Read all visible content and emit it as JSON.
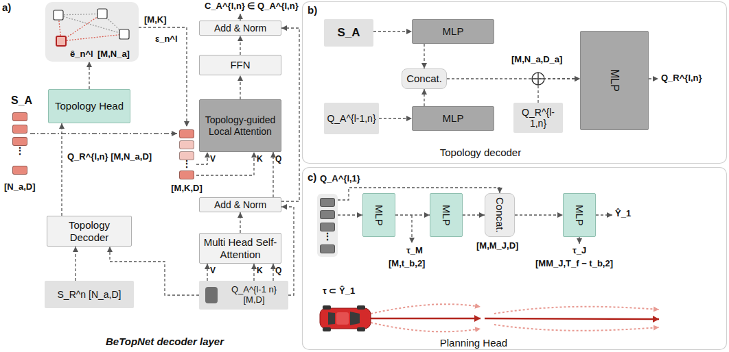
{
  "diagram": {
    "nodes": [
      {
        "text": [
          "ê_n^l",
          "[M,N_a]"
        ]
      },
      {
        "text": [
          "Topology Head"
        ]
      },
      {
        "text": [
          "⋮"
        ]
      },
      {
        "text": [
          "⋮"
        ]
      },
      {
        "text": [
          "Topology Decoder"
        ]
      },
      {
        "text": [
          "S_R^n [N_a,D]"
        ]
      },
      {
        "text": [
          "Add & Norm"
        ]
      },
      {
        "text": [
          "FFN"
        ]
      },
      {
        "text": [
          "Topology-guided Local Attention"
        ]
      },
      {
        "text": [
          "Add & Norm"
        ]
      },
      {
        "text": [
          "Multi Head Self-Attention"
        ]
      },
      {
        "text": [
          "Q_A^{l-1 n} [M,D]"
        ]
      },
      {
        "text": [
          "S_A"
        ]
      },
      {
        "text": [
          "MLP"
        ]
      },
      {
        "text": [
          "Concat."
        ]
      },
      {
        "text": [
          "MLP"
        ]
      },
      {
        "text": [
          "Q_A^{l-1,n}"
        ]
      },
      {
        "text": [
          "Q_R^{l-1,n}"
        ]
      },
      {
        "text": [
          "MLP"
        ]
      },
      {
        "text": [
          "⋮"
        ]
      },
      {
        "text": [
          "MLP"
        ]
      },
      {
        "text": [
          "MLP"
        ]
      },
      {
        "text": [
          "Concat."
        ]
      },
      {
        "text": [
          "MLP"
        ]
      }
    ],
    "edges": [
      {
        "from": 5,
        "to": 4,
        "arrow": "to"
      },
      {
        "from": 11,
        "to": 4,
        "arrow": "to"
      },
      {
        "from": 4,
        "to": 1,
        "arrow": "to"
      },
      {
        "from": 1,
        "to": 0,
        "arrow": "to"
      },
      {
        "from": 0,
        "to": 3,
        "arrow": "to"
      },
      {
        "from": 2,
        "to": 3,
        "arrow": "to"
      },
      {
        "from": 3,
        "to": 8,
        "arrow": "to"
      },
      {
        "from": 3,
        "to": 8,
        "arrow": "to"
      },
      {
        "from": 11,
        "to": 10,
        "arrow": "to"
      },
      {
        "from": 11,
        "to": 10,
        "arrow": "to"
      },
      {
        "from": 11,
        "to": 10,
        "arrow": "to"
      },
      {
        "from": 10,
        "to": 9,
        "arrow": "to"
      },
      {
        "from": 9,
        "to": 8,
        "arrow": "to"
      },
      {
        "from": 8,
        "to": 7,
        "arrow": "to"
      },
      {
        "from": 7,
        "to": 6,
        "arrow": "to"
      },
      {
        "from": 11,
        "to": 9,
        "arrow": "to"
      },
      {
        "from": 9,
        "to": 6,
        "arrow": "to"
      },
      {
        "from": 12,
        "to": 13,
        "arrow": "to"
      },
      {
        "from": 16,
        "to": 15,
        "arrow": "to"
      },
      {
        "from": 13,
        "to": 14,
        "arrow": "to"
      },
      {
        "from": 15,
        "to": 14,
        "arrow": "to"
      },
      {
        "from": 14,
        "to": 18,
        "arrow": "to"
      },
      {
        "from": 17,
        "to": 18,
        "arrow": "to"
      },
      {
        "from": 19,
        "to": 20,
        "arrow": "to"
      },
      {
        "from": 20,
        "to": 21,
        "arrow": "to"
      },
      {
        "from": 19,
        "to": 22,
        "arrow": "to"
      },
      {
        "from": 21,
        "to": 22,
        "arrow": "to"
      },
      {
        "from": 22,
        "to": 23,
        "arrow": "to"
      }
    ],
    "labels": [
      "a)",
      "[M,K]",
      "ε_n^l",
      "S_A",
      "[N_a,D]",
      "Q_R^{l,n} [M,N_a,D]",
      "[M,K,D]",
      "C_A^{l,n} ∈ Q_A^{l,n}",
      "V",
      "K",
      "Q",
      "V",
      "K",
      "Q",
      "BeTopNet decoder layer",
      "b)",
      "[M,N_a,D_a]",
      "Q_R^{l,n}",
      "Topology decoder",
      "c)",
      "Q_A^{l,1}",
      "τ_M",
      "[M,t_b,2]",
      "[M,M_J,D]",
      "τ_J",
      "[MM_J,T_f − t_b,2]",
      "Ŷ_1",
      "τ ⊂ Ŷ_1",
      "Planning Head"
    ]
  }
}
